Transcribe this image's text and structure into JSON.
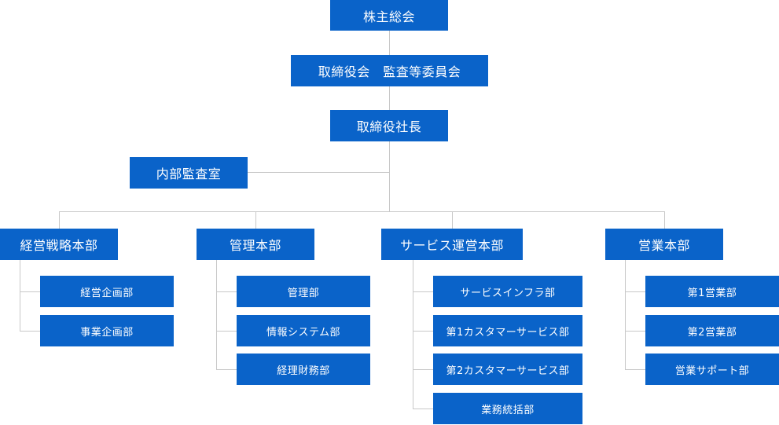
{
  "shareholders": "株主総会",
  "board": "取締役会　監査等委員会",
  "president": "取締役社長",
  "audit": "内部監査室",
  "divisions": [
    {
      "name": "経営戦略本部",
      "depts": [
        "経営企画部",
        "事業企画部"
      ]
    },
    {
      "name": "管理本部",
      "depts": [
        "管理部",
        "情報システム部",
        "経理財務部"
      ]
    },
    {
      "name": "サービス運営本部",
      "depts": [
        "サービスインフラ部",
        "第1カスタマーサービス部",
        "第2カスタマーサービス部",
        "業務統括部"
      ]
    },
    {
      "name": "営業本部",
      "depts": [
        "第1営業部",
        "第2営業部",
        "営業サポート部"
      ]
    }
  ],
  "colors": {
    "box": "#0a63c9",
    "line": "#c8c8c8",
    "text": "#ffffff"
  }
}
